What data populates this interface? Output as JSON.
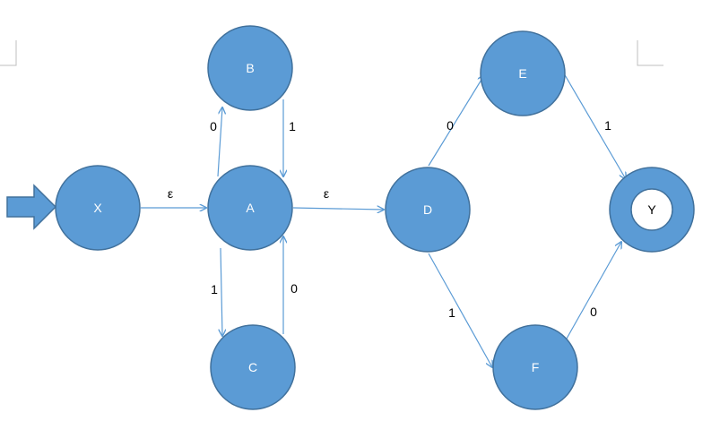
{
  "nodes": {
    "X": {
      "label": "X"
    },
    "A": {
      "label": "A"
    },
    "B": {
      "label": "B"
    },
    "C": {
      "label": "C"
    },
    "D": {
      "label": "D"
    },
    "E": {
      "label": "E"
    },
    "F": {
      "label": "F"
    },
    "Y": {
      "label": "Y"
    }
  },
  "edges": {
    "x_a": "ε",
    "a_b": "0",
    "b_a": "1",
    "a_c": "1",
    "c_a": "0",
    "a_d": "ε",
    "d_e": "0",
    "d_f": "1",
    "e_y": "1",
    "f_y": "0"
  },
  "colors": {
    "node_fill": "#5b9bd5",
    "node_stroke": "#41719c",
    "edge": "#5b9bd5"
  }
}
